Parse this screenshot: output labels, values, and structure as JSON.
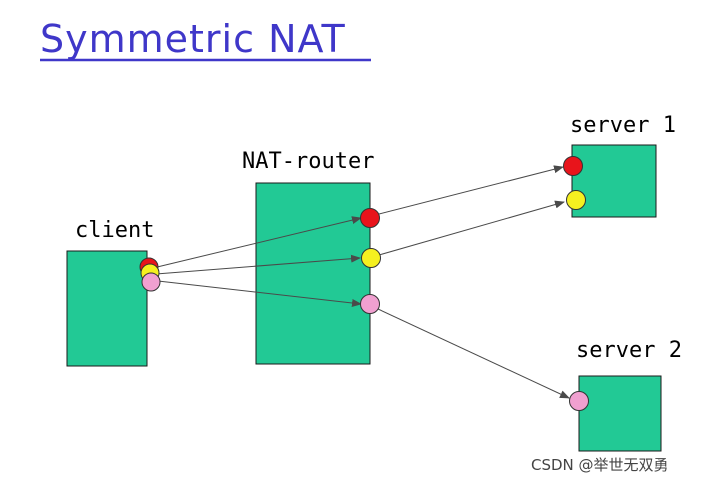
{
  "title": "Symmetric NAT",
  "labels": {
    "client": "client",
    "nat_router": "NAT-router",
    "server1": "server 1",
    "server2": "server 2"
  },
  "watermark": "CSDN @举世无双勇",
  "colors": {
    "title": "#3f37c9",
    "box_fill": "#22c995",
    "port_red": "#e8141b",
    "port_yellow": "#f5f020",
    "port_pink": "#f0a0d0",
    "arrow": "#4a4a4a"
  },
  "diagram": {
    "nodes": [
      "client",
      "nat_router",
      "server1",
      "server2"
    ],
    "edges": [
      {
        "from": "client",
        "to": "nat_router",
        "port": "red"
      },
      {
        "from": "client",
        "to": "nat_router",
        "port": "yellow"
      },
      {
        "from": "client",
        "to": "nat_router",
        "port": "pink"
      },
      {
        "from": "nat_router",
        "to": "server1",
        "port": "red"
      },
      {
        "from": "nat_router",
        "to": "server1",
        "port": "yellow"
      },
      {
        "from": "nat_router",
        "to": "server2",
        "port": "pink"
      }
    ]
  }
}
